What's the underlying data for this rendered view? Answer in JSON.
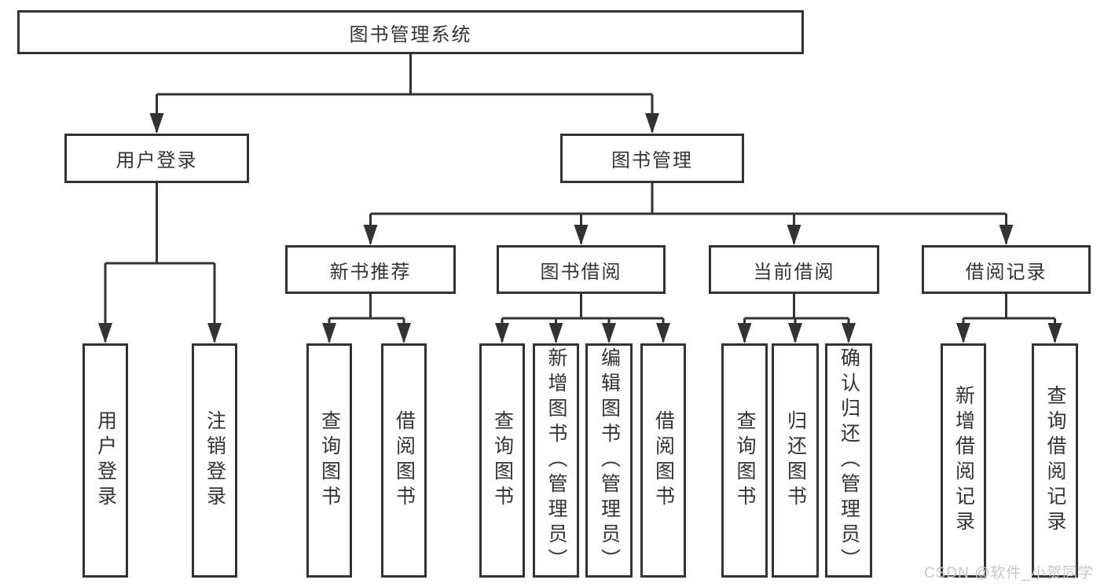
{
  "tree": {
    "label": "图书管理系统",
    "children": [
      {
        "label": "用户登录",
        "children": [
          {
            "label": "用户登录"
          },
          {
            "label": "注销登录"
          }
        ]
      },
      {
        "label": "图书管理",
        "children": [
          {
            "label": "新书推荐",
            "children": [
              {
                "label": "查询图书"
              },
              {
                "label": "借阅图书"
              }
            ]
          },
          {
            "label": "图书借阅",
            "children": [
              {
                "label": "查询图书"
              },
              {
                "label": "新增图书（管理员）"
              },
              {
                "label": "编辑图书（管理员）"
              },
              {
                "label": "借阅图书"
              }
            ]
          },
          {
            "label": "当前借阅",
            "children": [
              {
                "label": "查询图书"
              },
              {
                "label": "归还图书"
              },
              {
                "label": "确认归还（管理员）"
              }
            ]
          },
          {
            "label": "借阅记录",
            "children": [
              {
                "label": "新增借阅记录"
              },
              {
                "label": "查询借阅记录"
              }
            ]
          }
        ]
      }
    ]
  },
  "watermark": "CSDN @软件_小贺同学",
  "colors": {
    "line": "#333333",
    "text": "#333333",
    "box_background": "#ffffff",
    "page_background": "#ffffff",
    "watermark": "#c5c7c9"
  }
}
